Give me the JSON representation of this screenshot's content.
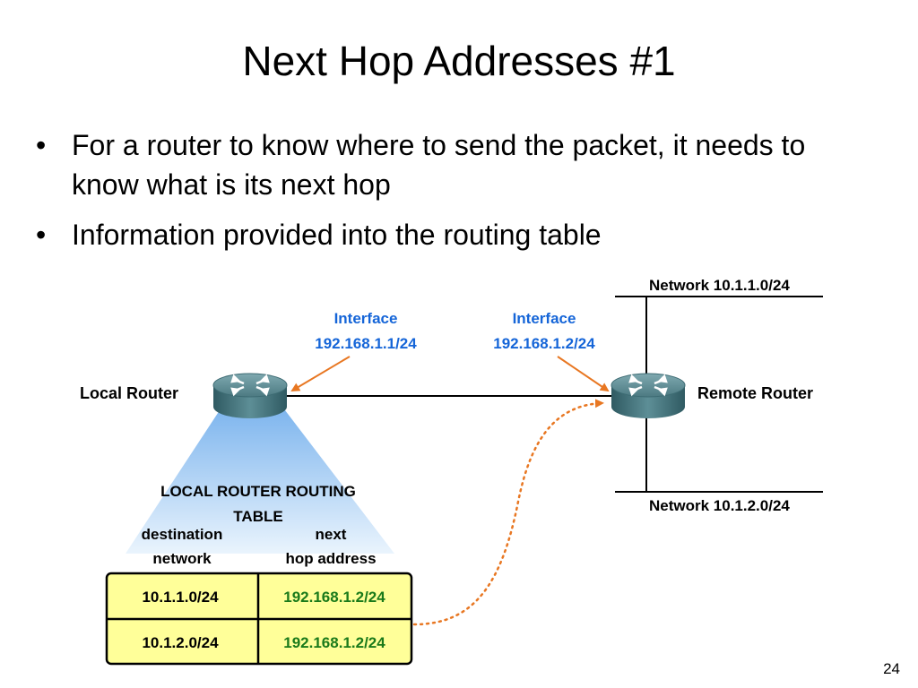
{
  "slide": {
    "title": "Next Hop Addresses #1",
    "bullets": [
      "For a router to know where to send the packet, it needs to know what is its next hop",
      "Information provided into the routing table"
    ],
    "page_number": "24"
  },
  "diagram": {
    "network_top": "Network 10.1.1.0/24",
    "network_bottom": "Network 10.1.2.0/24",
    "local_router_label": "Local Router",
    "remote_router_label": "Remote Router",
    "local_interface": {
      "title": "Interface",
      "ip": "192.168.1.1/24"
    },
    "remote_interface": {
      "title": "Interface",
      "ip": "192.168.1.2/24"
    },
    "table_title_line1": "LOCAL ROUTER ROUTING",
    "table_title_line2": "TABLE",
    "col1_header_line1": "destination",
    "col1_header_line2": "network",
    "col2_header_line1": "next",
    "col2_header_line2": "hop address",
    "rows": [
      {
        "destination": "10.1.1.0/24",
        "next_hop": "192.168.1.2/24"
      },
      {
        "destination": "10.1.2.0/24",
        "next_hop": "192.168.1.2/24"
      }
    ],
    "colors": {
      "interface_text": "#1565d8",
      "next_hop_text": "#1a7a1a",
      "pointer_arrow": "#e87722",
      "table_fill": "#ffff99",
      "beam": "#9cc8f0"
    }
  }
}
